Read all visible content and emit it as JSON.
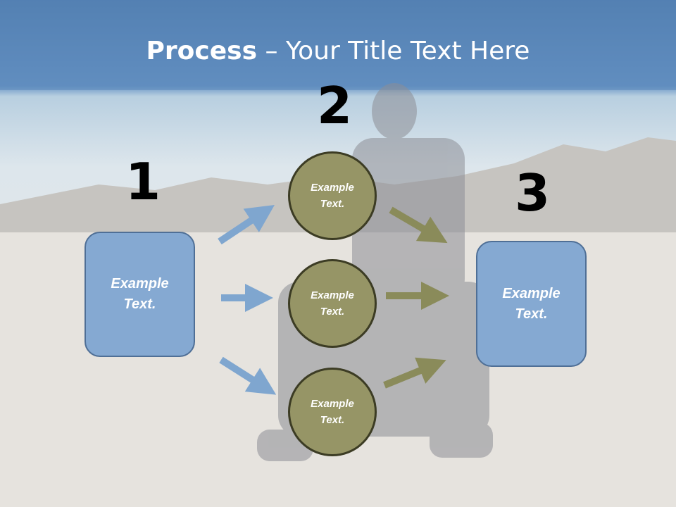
{
  "title": {
    "bold": "Process",
    "rest": " – Your Title Text Here"
  },
  "steps": [
    {
      "number": "1",
      "text": "Example\nText."
    },
    {
      "number": "2",
      "texts": [
        "Example\nText.",
        "Example\nText.",
        "Example\nText."
      ]
    },
    {
      "number": "3",
      "text": "Example\nText."
    }
  ],
  "colors": {
    "box_fill": "#85a9d2",
    "circle_fill": "#969566",
    "blue_arrow": "#7fa6cf",
    "olive_arrow": "#8a8b5a"
  }
}
